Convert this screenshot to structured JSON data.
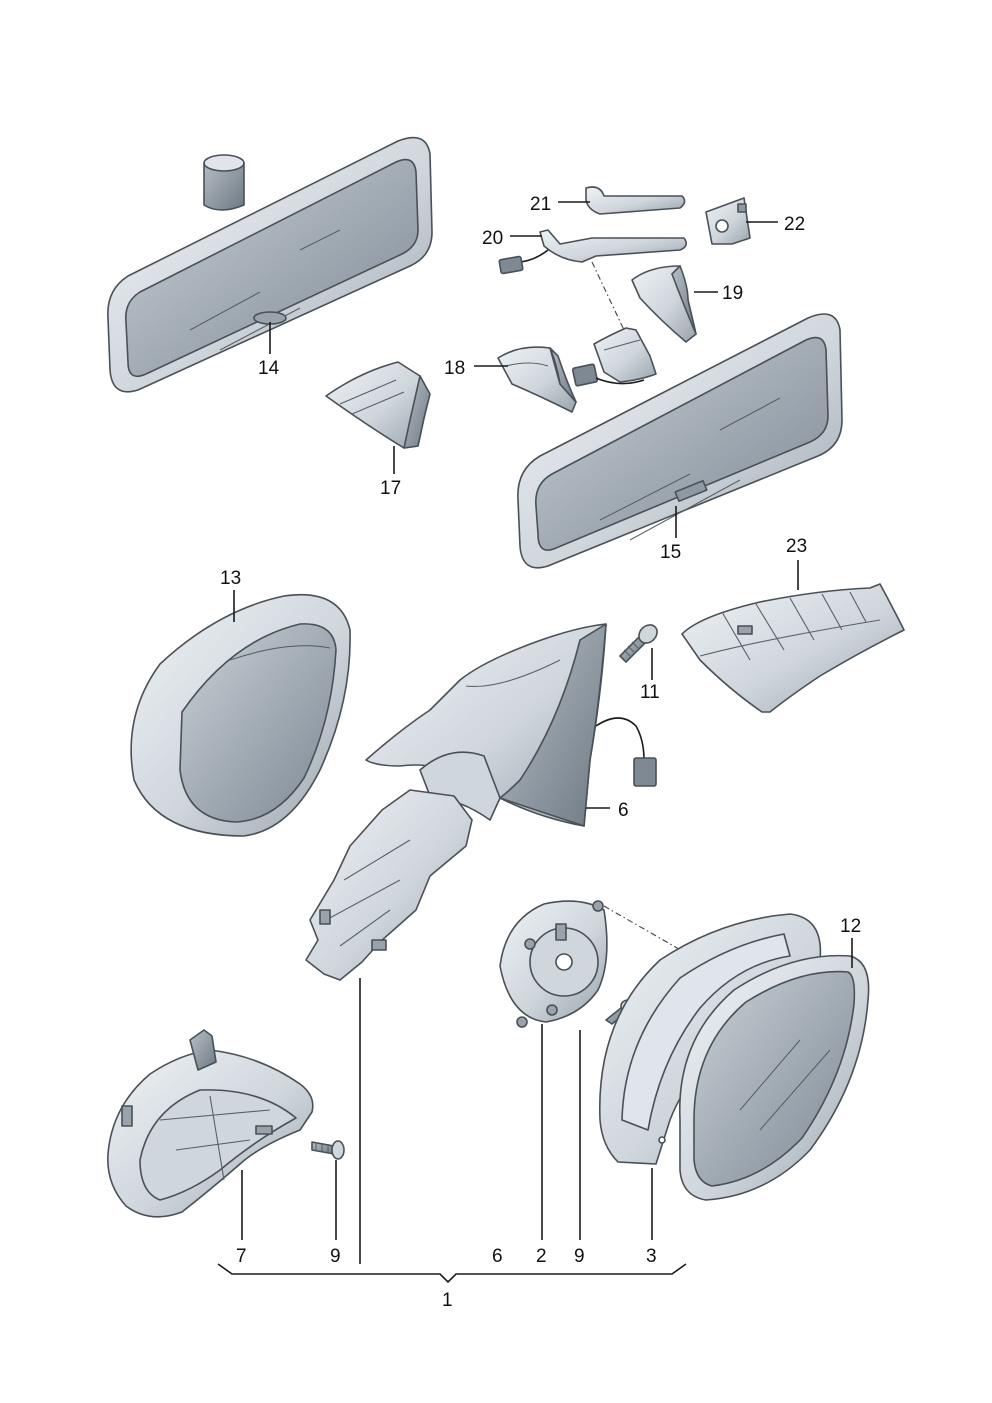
{
  "callouts": {
    "c1": "1",
    "c2": "2",
    "c3": "3",
    "c6a": "6",
    "c6b": "6",
    "c7": "7",
    "c9a": "9",
    "c9b": "9",
    "c11": "11",
    "c12": "12",
    "c13": "13",
    "c14": "14",
    "c15": "15",
    "c17": "17",
    "c18": "18",
    "c19": "19",
    "c20": "20",
    "c21": "21",
    "c22": "22",
    "c23": "23"
  },
  "colors": {
    "metal_light": "#e4e9ee",
    "metal_mid": "#c4ccd4",
    "metal_dark": "#8f99a3",
    "glass": "#aab3bc",
    "outline": "#4a5057",
    "leader": "#1a1a1a"
  }
}
